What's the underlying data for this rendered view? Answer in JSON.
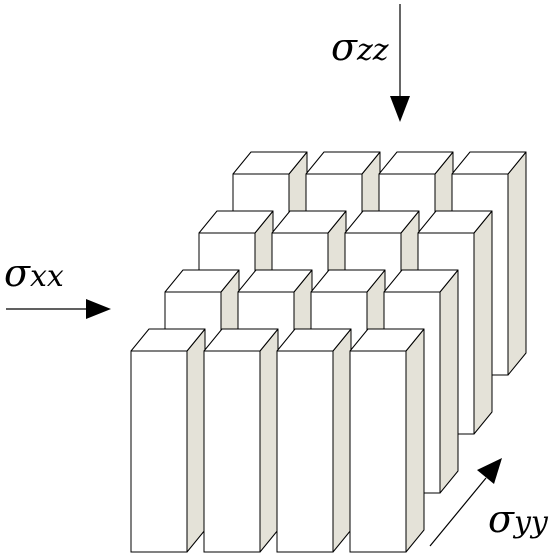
{
  "labels": {
    "zz": {
      "symbol": "σ",
      "subscript": "zz"
    },
    "xx": {
      "symbol": "σ",
      "subscript": "xx"
    },
    "yy": {
      "symbol": "σ",
      "subscript": "yy"
    }
  },
  "grid": {
    "rows": 4,
    "columns": 4
  },
  "colors": {
    "front_face": "#ffffff",
    "top_face": "#ffffff",
    "side_face": "#e4e2d8",
    "stroke": "#000000",
    "background": "#ffffff"
  }
}
